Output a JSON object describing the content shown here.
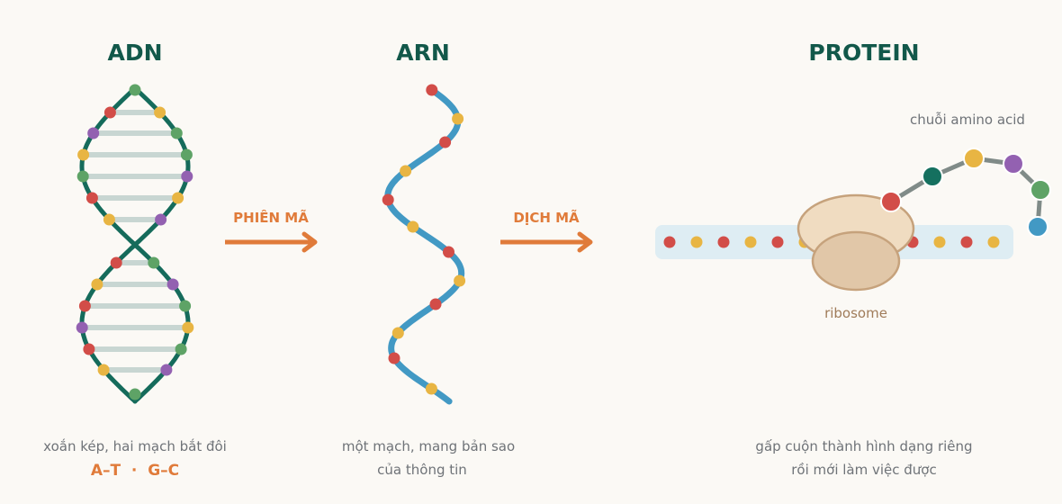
{
  "colors": {
    "title": "#12584a",
    "dna_backbone": "#156b5b",
    "rung": "#c8d6d2",
    "arrow": "#e07b3a",
    "rna_strand": "#4299c4",
    "caption": "#6f7378",
    "ribosome_label": "#a07c5a",
    "amino_label": "#6f7378",
    "mrna_band": "#deedf3",
    "ribosome_big_fill": "#f0dcc1",
    "ribosome_small_fill": "#e1c7a8",
    "ribosome_stroke": "#c6a27c",
    "chain_link": "#808b88",
    "nucleotides": [
      "#d24d48",
      "#e8b543",
      "#5ea366",
      "#9361b1"
    ],
    "amino_acids": [
      "#d24d48",
      "#15705f",
      "#e8b543",
      "#9361b1",
      "#5ea366",
      "#4299c4"
    ]
  },
  "dna": {
    "title": "ADN",
    "caption": "xoắn kép, hai mạch bắt đôi",
    "pairs": "A–T  ·  G–C"
  },
  "transcription": {
    "label": "PHIÊN MÃ"
  },
  "rna": {
    "title": "ARN",
    "caption_line1": "một mạch, mang bản sao",
    "caption_line2": "của thông tin"
  },
  "translation": {
    "label": "DỊCH MÃ"
  },
  "protein": {
    "title": "PROTEIN",
    "amino_label": "chuỗi amino acid",
    "ribosome_label": "ribosome",
    "caption_line1": "gấp cuộn thành hình dạng riêng",
    "caption_line2": "rồi mới làm việc được"
  }
}
